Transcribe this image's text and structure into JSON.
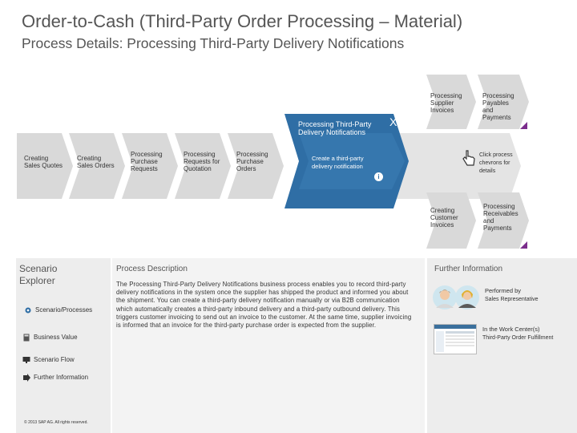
{
  "header": {
    "title": "Order-to-Cash (Third-Party Order Processing – Material)",
    "subtitle": "Process Details: Processing Third-Party Delivery Notifications"
  },
  "process_flow": {
    "steps": [
      {
        "label": "Creating Sales Quotes"
      },
      {
        "label": "Creating Sales Orders"
      },
      {
        "label": "Processing Purchase Requests"
      },
      {
        "label": "Processing Requests for Quotation"
      },
      {
        "label": "Processing Purchase Orders"
      }
    ],
    "active_step": {
      "title": "Processing Third-Party Delivery Notifications",
      "close": "X",
      "item": "Create a third-party delivery notification",
      "info": "i"
    },
    "upper_steps": [
      {
        "label": "Processing Supplier Invoices"
      },
      {
        "label": "Processing Payables and Payments"
      }
    ],
    "lower_steps": [
      {
        "label": "Creating Customer Invoices"
      },
      {
        "label": "Processing Receivables and Payments"
      }
    ],
    "click_hint": "Click process chevrons for details"
  },
  "scenario_explorer": {
    "title": "Scenario Explorer",
    "items": [
      {
        "label": "Scenario/Processes",
        "icon": "gear-icon"
      },
      {
        "label": "Business Value",
        "icon": "calculator-icon"
      },
      {
        "label": "Scenario Flow",
        "icon": "monitor-icon"
      },
      {
        "label": "Further Information",
        "icon": "arrow-icon"
      }
    ],
    "copyright": "© 2013 SAP AG. All rights reserved."
  },
  "process_description": {
    "heading": "Process Description",
    "text": "The Processing Third-Party Delivery Notifications business process enables you to record third-party delivery notifications in the system once the supplier has shipped the product and informed you about the shipment. You can create a third-party delivery notification manually or via B2B communication which automatically creates a third-party inbound delivery and a third-party outbound delivery. This triggers customer invoicing to send out an invoice to the customer. At the same time, supplier invoicing is informed that an invoice for the third-party purchase order is expected from the supplier."
  },
  "further_information": {
    "heading": "Further Information",
    "performed_by_label": "Performed by",
    "performed_by_value": "Sales Representative",
    "work_center_label": "In the Work Center(s)",
    "work_center_value": "Third-Party Order Fulfillment"
  },
  "colors": {
    "chevron_gray": "#d9d9d9",
    "chevron_gray_dark": "#c7c7c7",
    "active_blue": "#2f6ea5",
    "corner_purple": "#7b2d8c"
  }
}
